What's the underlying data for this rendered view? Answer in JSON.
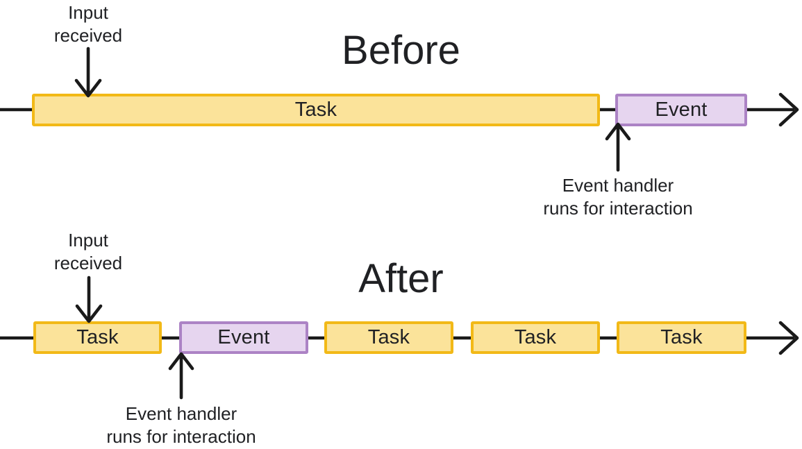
{
  "colors": {
    "task_fill": "#FBE39A",
    "task_border": "#F2B917",
    "event_fill": "#E6D5EF",
    "event_border": "#AC83C5",
    "line": "#1A1A1A",
    "text": "#202124",
    "background": "#FFFFFF"
  },
  "before": {
    "title": "Before",
    "input_annotation": "Input\nreceived",
    "handler_annotation": "Event handler\nruns for interaction",
    "bars": [
      {
        "label": "Task",
        "type": "task"
      },
      {
        "label": "Event",
        "type": "event"
      }
    ]
  },
  "after": {
    "title": "After",
    "input_annotation": "Input\nreceived",
    "handler_annotation": "Event handler\nruns for interaction",
    "bars": [
      {
        "label": "Task",
        "type": "task"
      },
      {
        "label": "Event",
        "type": "event"
      },
      {
        "label": "Task",
        "type": "task"
      },
      {
        "label": "Task",
        "type": "task"
      },
      {
        "label": "Task",
        "type": "task"
      }
    ]
  }
}
